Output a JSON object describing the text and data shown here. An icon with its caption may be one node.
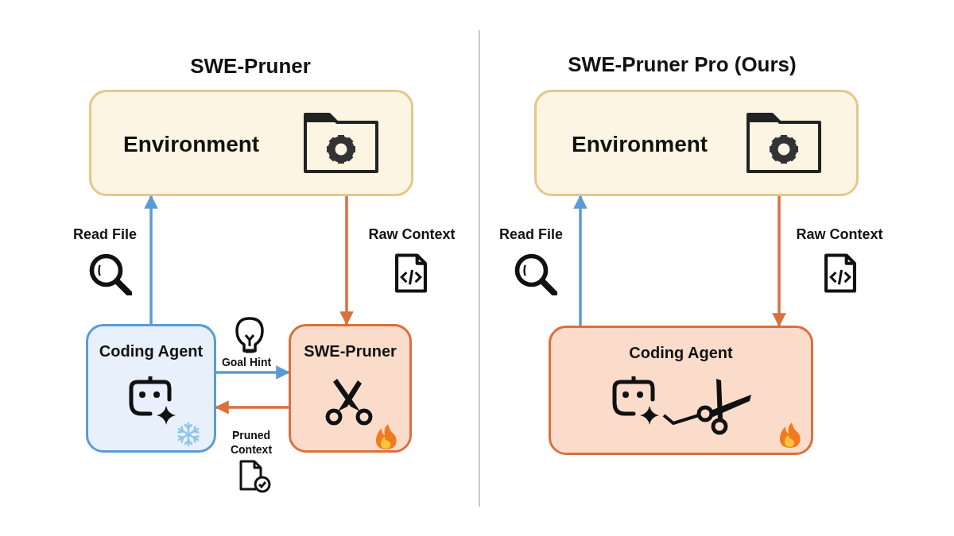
{
  "diagram": {
    "nodes": [
      {
        "text": [
          "Environment"
        ]
      },
      {
        "text": [
          "Coding Agent"
        ]
      },
      {
        "text": [
          "SWE-Pruner"
        ]
      },
      {
        "text": [
          "Environment"
        ]
      },
      {
        "text": [
          "Coding Agent"
        ]
      }
    ],
    "edges": [
      {
        "from": 1,
        "to": 0,
        "arrow": "to",
        "label": "Read File",
        "color": "#5b9bd5"
      },
      {
        "from": 0,
        "to": 2,
        "arrow": "to",
        "label": "Raw Context",
        "color": "#d9703f"
      },
      {
        "from": 1,
        "to": 2,
        "arrow": "to",
        "label": "Goal Hint",
        "color": "#5b9bd5"
      },
      {
        "from": 2,
        "to": 1,
        "arrow": "to",
        "label": "Pruned Context",
        "color": "#d9703f"
      },
      {
        "from": 4,
        "to": 3,
        "arrow": "to",
        "label": "Read File",
        "color": "#5b9bd5"
      },
      {
        "from": 3,
        "to": 4,
        "arrow": "to",
        "label": "Raw Context",
        "color": "#d9703f"
      }
    ],
    "labels": [
      "SWE-Pruner",
      "SWE-Pruner Pro (Ours)"
    ]
  }
}
